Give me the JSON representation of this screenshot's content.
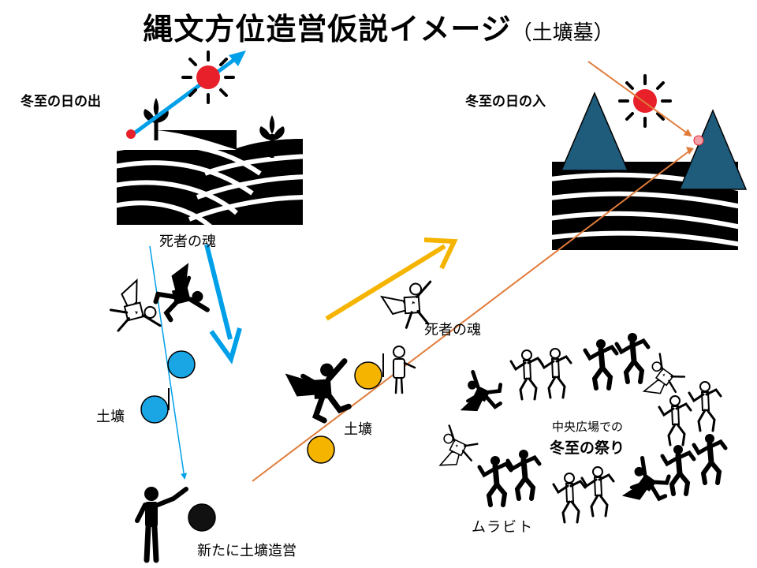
{
  "title": {
    "main": "縄文方位造営仮説イメージ",
    "sub": "（土壙墓）"
  },
  "labels": {
    "sunrise": "冬至の日の出",
    "sunset": "冬至の日の入",
    "soul_left": "死者の魂",
    "soul_mid": "死者の魂",
    "pit_left": "土壙",
    "pit_mid": "土壙",
    "new_pit": "新たに土壙造営",
    "festival_line1": "中央広場での",
    "festival_line2": "冬至の祭り",
    "village": "ムラビト"
  },
  "colors": {
    "blue": "#00a0e9",
    "yellow": "#f5b400",
    "orange": "#e07b39",
    "sun": "#e8202a",
    "tree": "#1f5b7a"
  },
  "icons": [
    "sun-icon",
    "hill-icon",
    "sprout-icon",
    "tree-icon",
    "person-icon",
    "superhero-icon",
    "dancer-icon"
  ]
}
